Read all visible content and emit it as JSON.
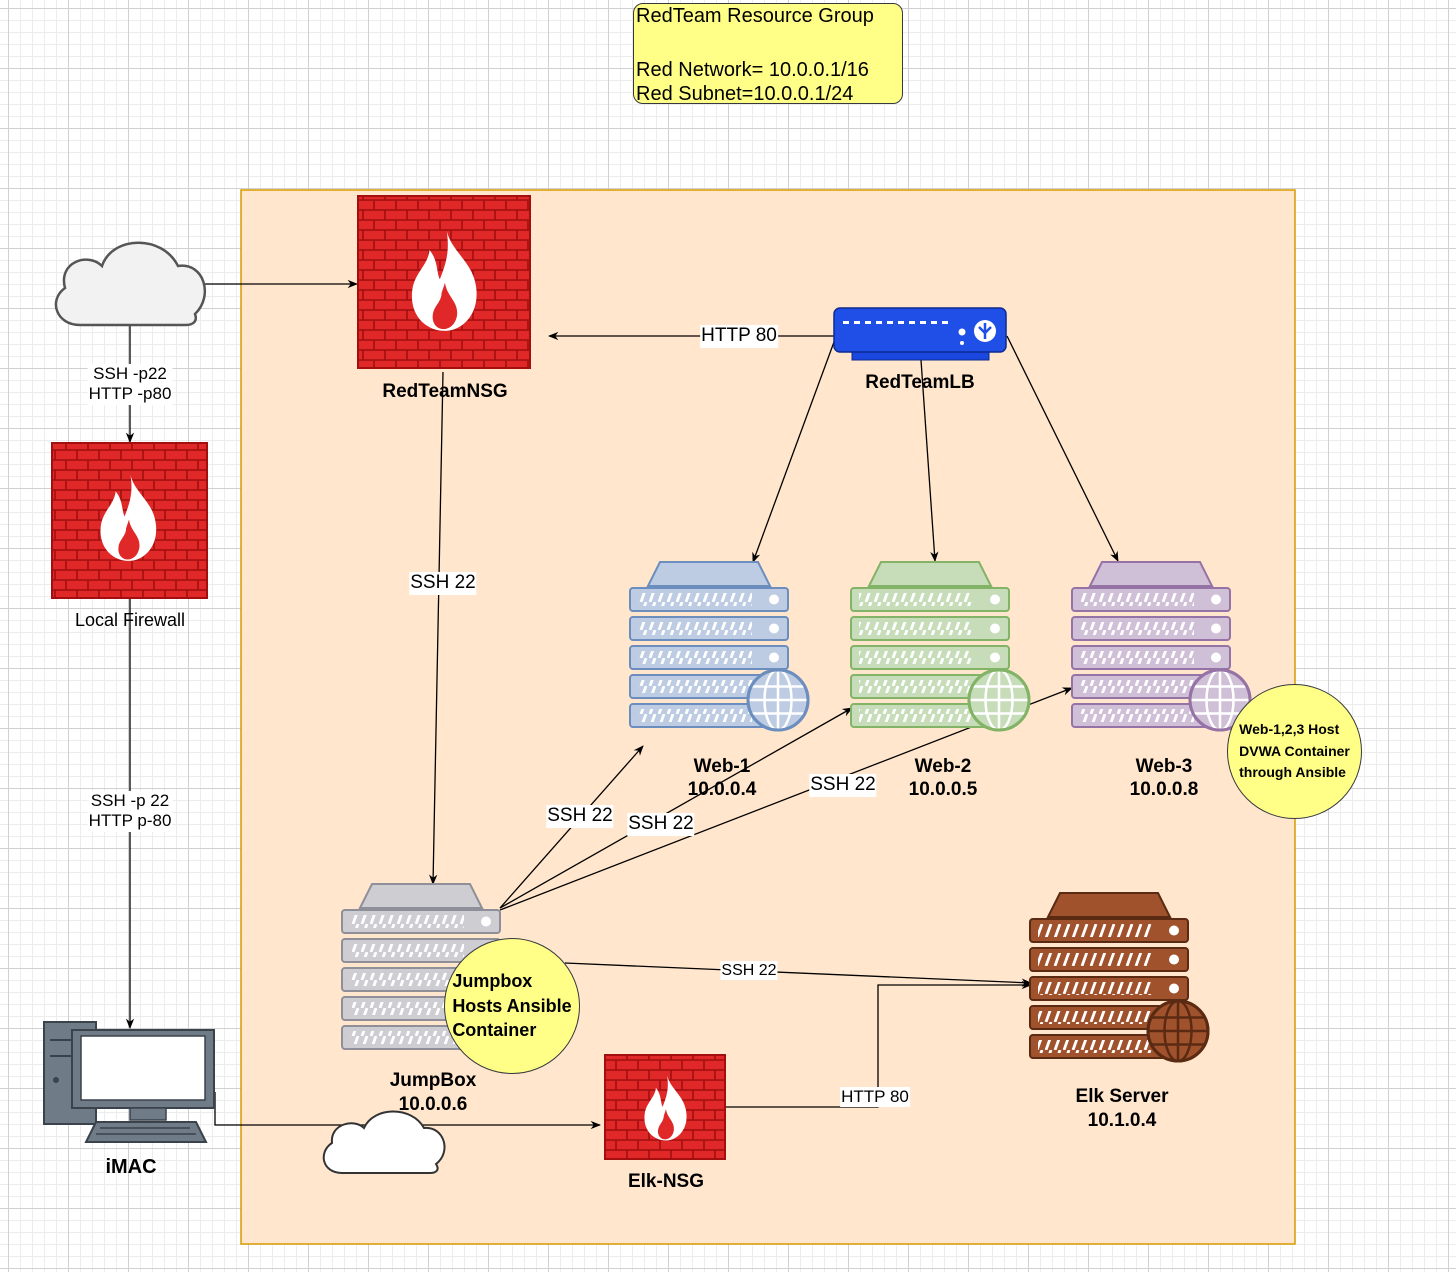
{
  "resource_group_note": {
    "title": "RedTeam Resource Group",
    "network": "Red Network= 10.0.0.1/16",
    "subnet": "Red Subnet=10.0.0.1/24"
  },
  "nodes": {
    "internet_cloud": {
      "icon": "cloud-icon"
    },
    "local_firewall": {
      "label": "Local Firewall",
      "icon": "firewall-icon"
    },
    "imac": {
      "label": "iMAC",
      "icon": "computer-icon"
    },
    "redteam_nsg": {
      "label": "RedTeamNSG",
      "icon": "firewall-icon"
    },
    "redteam_lb": {
      "label": "RedTeamLB",
      "icon": "load-balancer-icon"
    },
    "web1": {
      "name": "Web-1",
      "ip": "10.0.0.4",
      "color": "#6c8ebf",
      "icon": "web-server-icon"
    },
    "web2": {
      "name": "Web-2",
      "ip": "10.0.0.5",
      "color": "#82b366",
      "icon": "web-server-icon"
    },
    "web3": {
      "name": "Web-3",
      "ip": "10.0.0.8",
      "color": "#9673a6",
      "icon": "web-server-icon"
    },
    "jumpbox": {
      "name": "JumpBox",
      "ip": "10.0.0.6",
      "color": "#6c8ebf",
      "icon": "server-icon"
    },
    "elk_server": {
      "name": "Elk Server",
      "ip": "10.1.0.4",
      "color": "#a0522d",
      "icon": "web-server-icon"
    },
    "elk_nsg": {
      "label": "Elk-NSG",
      "icon": "firewall-icon"
    },
    "vnet_cloud": {
      "icon": "cloud-icon"
    }
  },
  "notes": {
    "jumpbox_note": [
      "Jumpbox",
      "Hosts Ansible",
      "Container"
    ],
    "web_note": [
      "Web-1,2,3 Host",
      "DVWA Container",
      "through Ansible"
    ]
  },
  "edge_labels": {
    "cloud_to_firewall": [
      "SSH -p22",
      "HTTP -p80"
    ],
    "firewall_to_imac": [
      "SSH -p 22",
      "HTTP p-80"
    ],
    "lb_to_nsg": "HTTP 80",
    "nsg_to_jumpbox": "SSH 22",
    "jump_to_web1": "SSH 22",
    "jump_to_web2": "SSH 22",
    "jump_to_web3": "SSH 22",
    "jump_to_elk": "SSH 22",
    "elknsg_to_elk": "HTTP 80"
  },
  "colors": {
    "firewall_red": "#e02020",
    "lb_blue": "#1a47e0",
    "resource_group_fill": "#ffe6cc",
    "resource_group_border": "#d79b00",
    "note_yellow": "#ffff88"
  }
}
